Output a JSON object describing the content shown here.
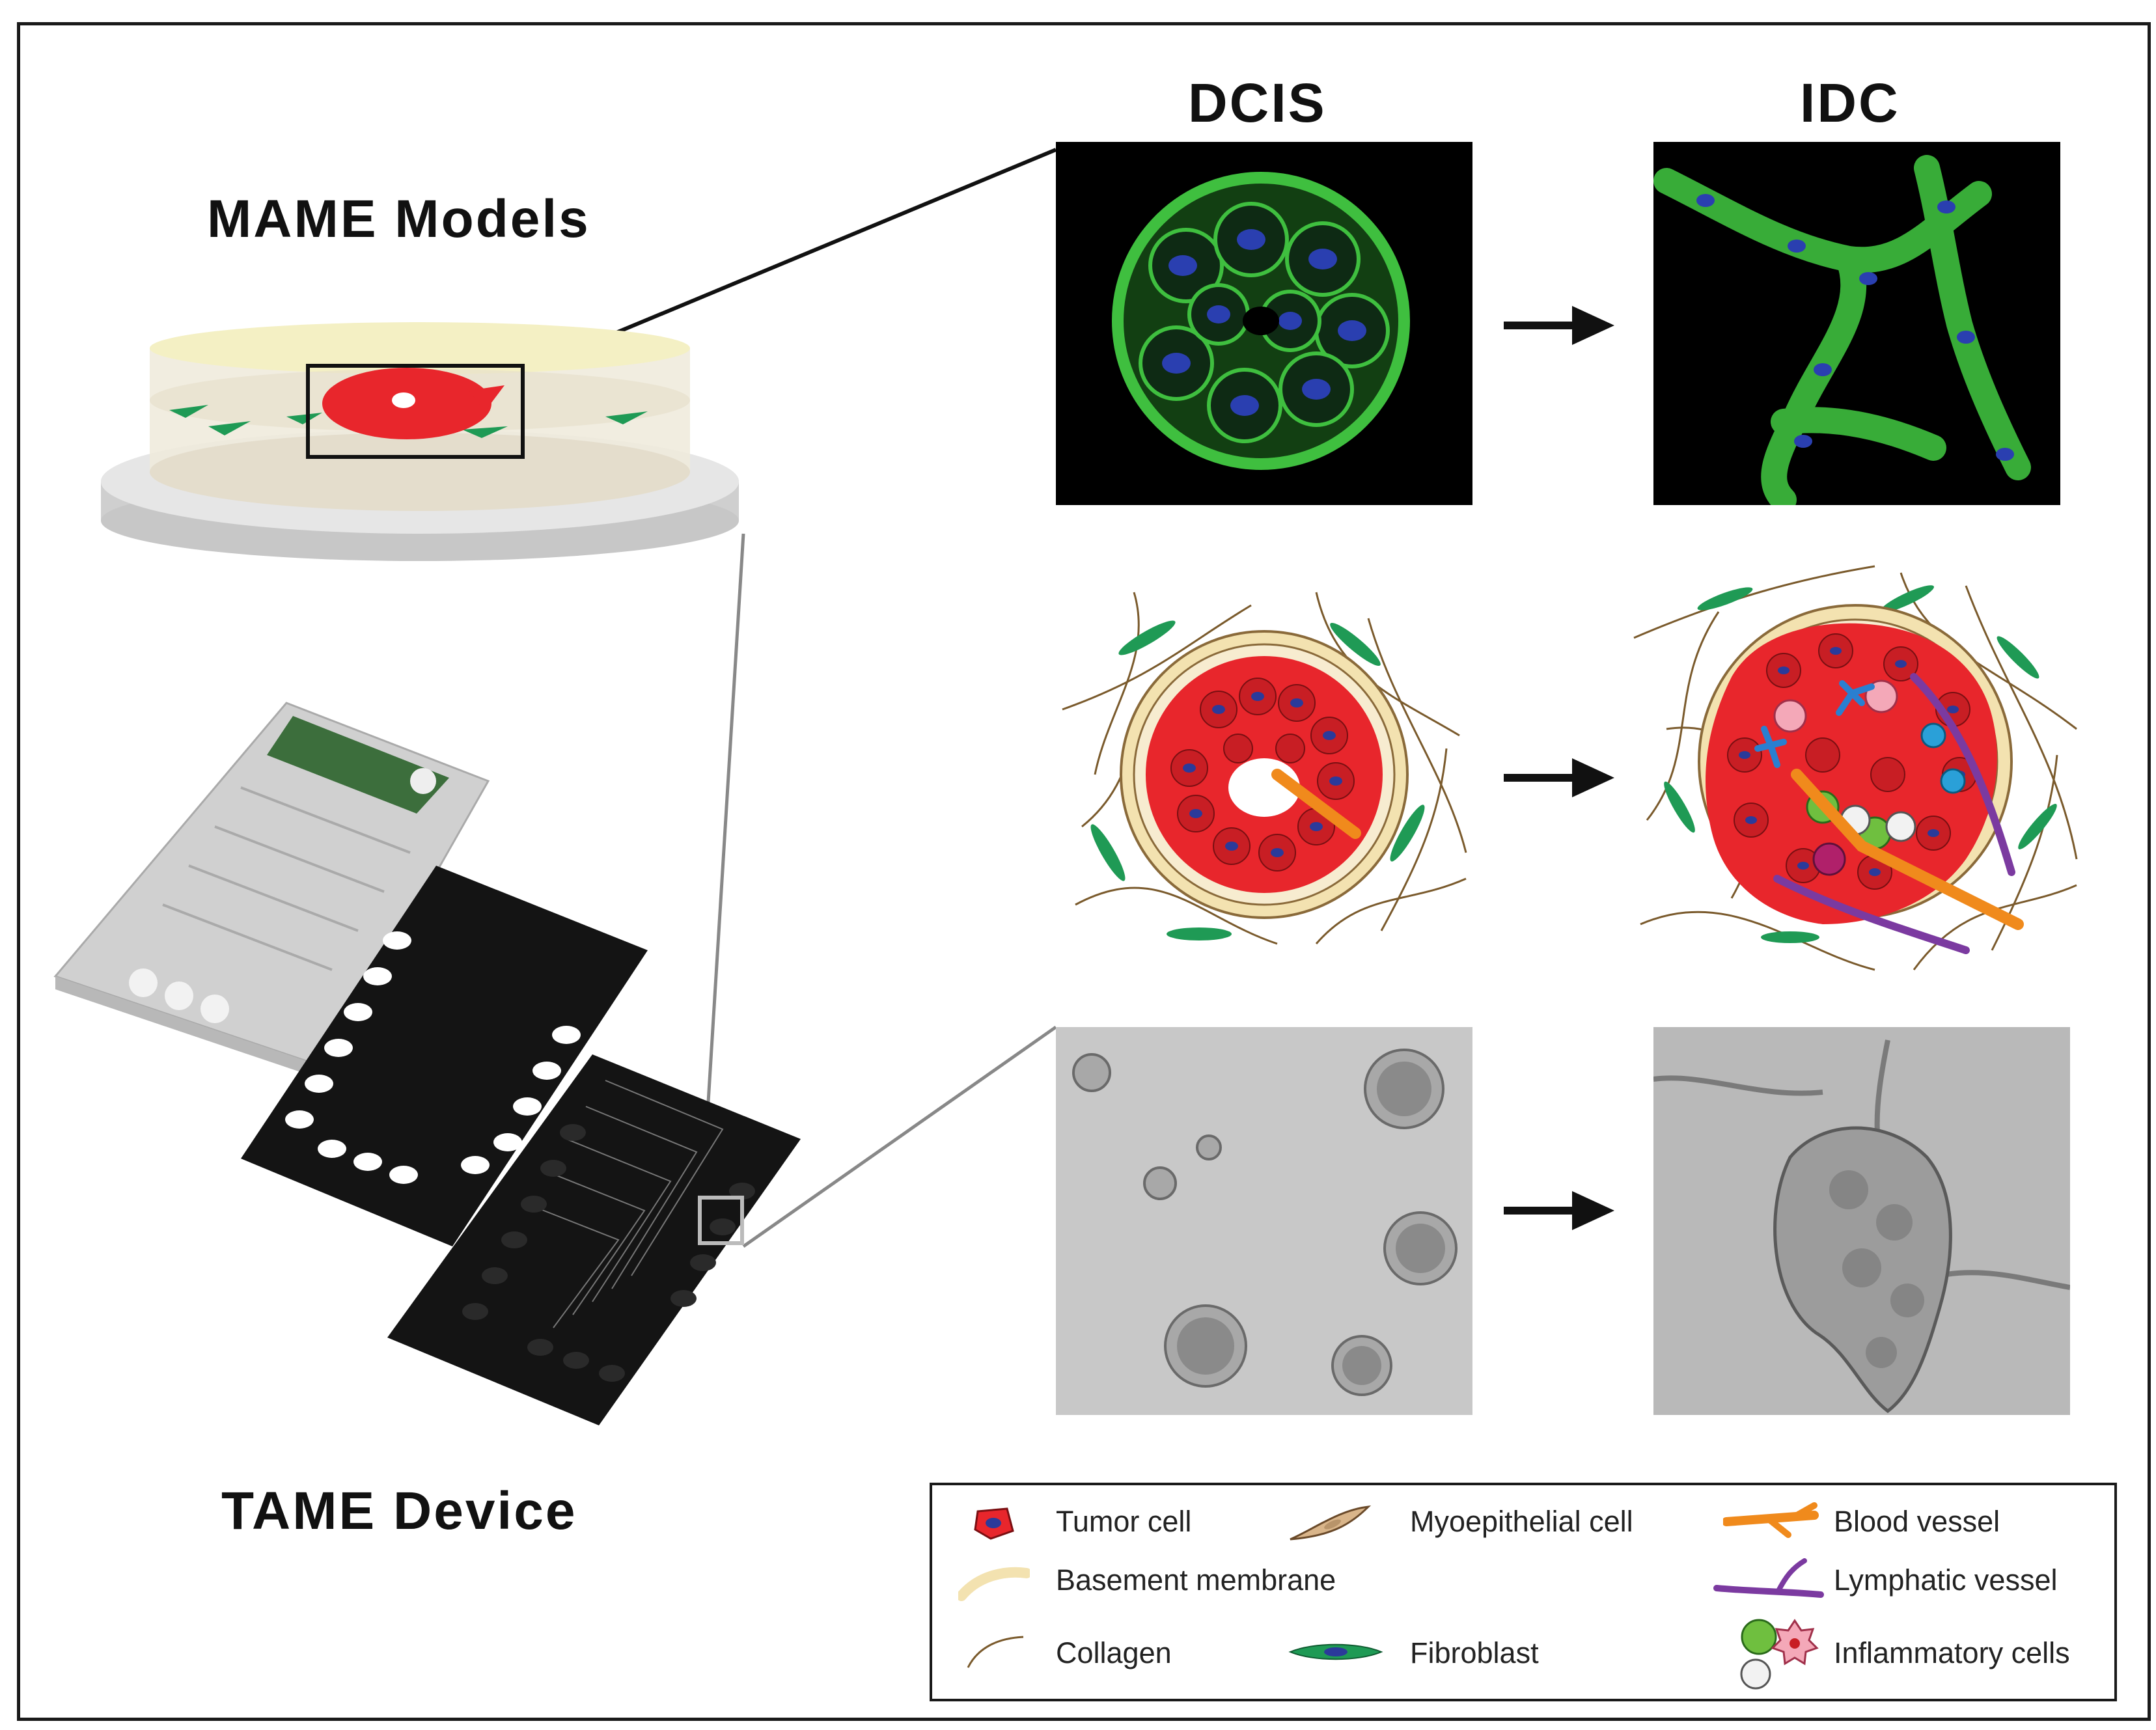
{
  "labels": {
    "mame_models": "MAME Models",
    "tame_device": "TAME Device",
    "dcis": "DCIS",
    "idc": "IDC"
  },
  "legend": {
    "tumor_cell": "Tumor cell",
    "myoepithelial_cell": "Myoepithelial cell",
    "blood_vessel": "Blood vessel",
    "basement_membrane": "Basement membrane",
    "lymphatic_vessel": "Lymphatic vessel",
    "collagen": "Collagen",
    "fibroblast": "Fibroblast",
    "inflammatory_cells": "Inflammatory cells"
  },
  "colors": {
    "tumor": "#e8262c",
    "nucleus": "#2b3a9a",
    "fibroblast": "#1f9a55",
    "basement": "#f3e2b0",
    "blood": "#f08a1c",
    "lymph": "#7b3aa0",
    "collagen": "#7a5a2c",
    "fluor_green": "#3fbf3f",
    "fluor_blue": "#2a3fb0"
  }
}
